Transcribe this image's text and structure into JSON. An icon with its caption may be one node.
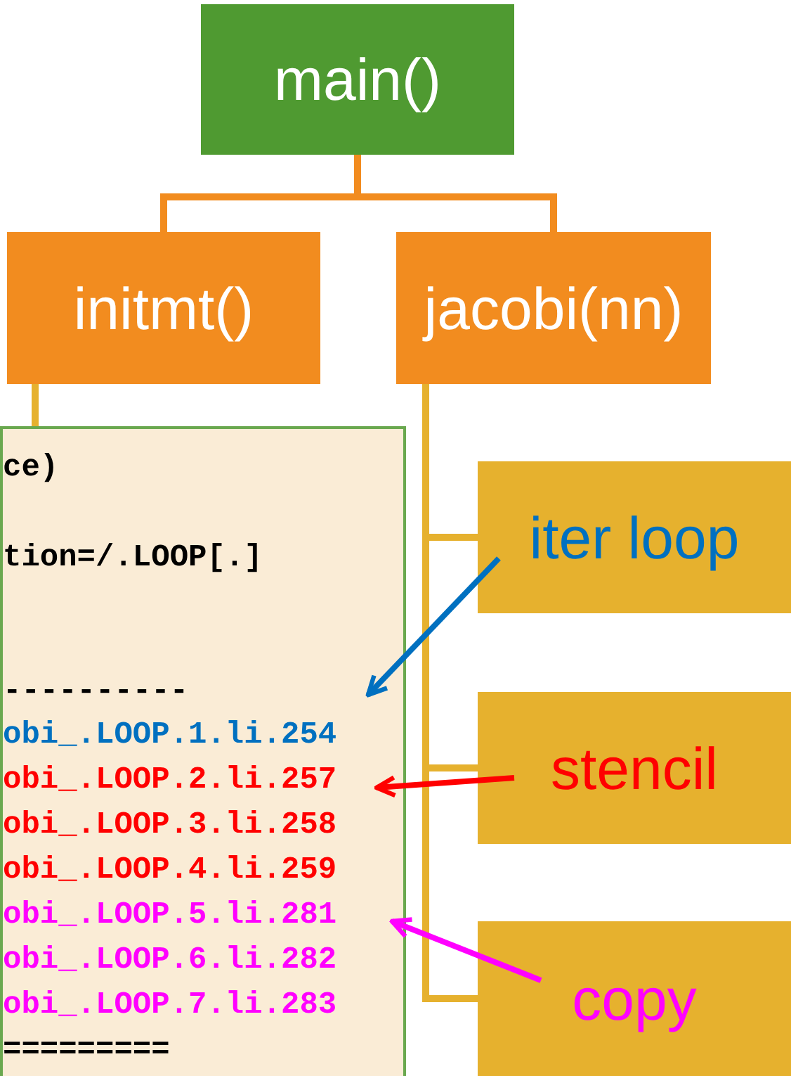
{
  "diagram": {
    "nodes": [
      {
        "text": [
          "main()"
        ]
      },
      {
        "text": [
          "initmt()"
        ]
      },
      {
        "text": [
          "jacobi(nn)"
        ]
      },
      {
        "text": [],
        "shape": "box"
      },
      {
        "text": [
          "ce)"
        ],
        "in": 3
      },
      {
        "text": [
          "tion=/.LOOP[.]"
        ],
        "in": 3
      },
      {
        "text": [
          "----------"
        ],
        "in": 3
      },
      {
        "text": [
          "obi_.LOOP.1.li.254"
        ],
        "in": 3
      },
      {
        "text": [
          "obi_.LOOP.2.li.257"
        ],
        "in": 3
      },
      {
        "text": [
          "obi_.LOOP.3.li.258"
        ],
        "in": 3
      },
      {
        "text": [
          "obi_.LOOP.4.li.259"
        ],
        "in": 3
      },
      {
        "text": [
          "obi_.LOOP.5.li.281"
        ],
        "in": 3
      },
      {
        "text": [
          "obi_.LOOP.6.li.282"
        ],
        "in": 3
      },
      {
        "text": [
          "obi_.LOOP.7.li.283"
        ],
        "in": 3
      },
      {
        "text": [
          "========="
        ],
        "in": 3
      },
      {
        "text": [
          "iter loop"
        ]
      },
      {
        "text": [
          "stencil"
        ]
      },
      {
        "text": [
          "copy"
        ]
      }
    ],
    "edges": [
      {
        "from": 0,
        "to": 1,
        "arrow": "none"
      },
      {
        "from": 0,
        "to": 2,
        "arrow": "none"
      },
      {
        "from": 1,
        "to": 3,
        "arrow": "none",
        "color": "#e6b12e"
      },
      {
        "from": 2,
        "to": 15,
        "arrow": "none",
        "color": "#e6b12e"
      },
      {
        "from": 2,
        "to": 16,
        "arrow": "none",
        "color": "#e6b12e"
      },
      {
        "from": 2,
        "to": 17,
        "arrow": "none",
        "color": "#e6b12e"
      },
      {
        "from": 15,
        "to": 7,
        "arrow": "to",
        "color": "#0070c0"
      },
      {
        "from": 16,
        "to": 8,
        "arrow": "to",
        "color": "#ff0000"
      },
      {
        "from": 17,
        "to": 11,
        "arrow": "to",
        "color": "#ff00ff"
      }
    ]
  }
}
